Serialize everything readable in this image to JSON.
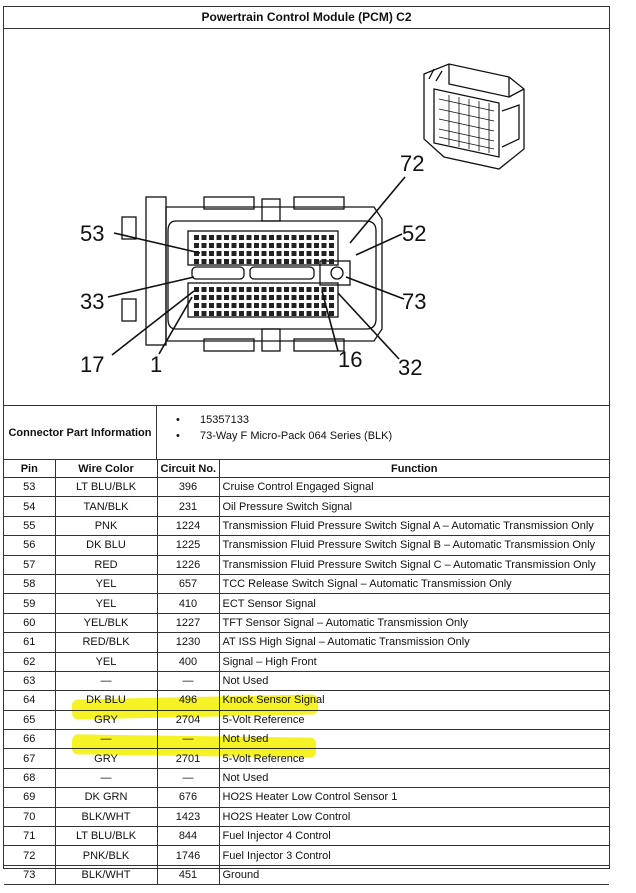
{
  "title": "Powertrain Control Module (PCM) C2",
  "diagram": {
    "pin_labels": [
      "72",
      "53",
      "52",
      "33",
      "73",
      "17",
      "1",
      "16",
      "32"
    ]
  },
  "connector_info": {
    "label": "Connector Part Information",
    "items": [
      "15357133",
      "73-Way F Micro-Pack 064 Series (BLK)"
    ]
  },
  "table": {
    "headers": [
      "Pin",
      "Wire Color",
      "Circuit No.",
      "Function"
    ],
    "rows": [
      {
        "pin": "53",
        "color": "LT BLU/BLK",
        "circuit": "396",
        "function": "Cruise Control Engaged Signal"
      },
      {
        "pin": "54",
        "color": "TAN/BLK",
        "circuit": "231",
        "function": "Oil Pressure Switch Signal"
      },
      {
        "pin": "55",
        "color": "PNK",
        "circuit": "1224",
        "function": "Transmission Fluid Pressure Switch Signal A – Automatic Transmission Only"
      },
      {
        "pin": "56",
        "color": "DK BLU",
        "circuit": "1225",
        "function": "Transmission Fluid Pressure Switch Signal B – Automatic Transmission Only"
      },
      {
        "pin": "57",
        "color": "RED",
        "circuit": "1226",
        "function": "Transmission Fluid Pressure Switch Signal C – Automatic Transmission Only"
      },
      {
        "pin": "58",
        "color": "YEL",
        "circuit": "657",
        "function": "TCC Release Switch Signal – Automatic Transmission Only"
      },
      {
        "pin": "59",
        "color": "YEL",
        "circuit": "410",
        "function": "ECT Sensor Signal"
      },
      {
        "pin": "60",
        "color": "YEL/BLK",
        "circuit": "1227",
        "function": "TFT Sensor Signal – Automatic Transmission Only"
      },
      {
        "pin": "61",
        "color": "RED/BLK",
        "circuit": "1230",
        "function": "AT ISS High Signal – Automatic Transmission Only"
      },
      {
        "pin": "62",
        "color": "YEL",
        "circuit": "400",
        "function": "Signal – High Front"
      },
      {
        "pin": "63",
        "color": "—",
        "circuit": "—",
        "function": "Not Used"
      },
      {
        "pin": "64",
        "color": "DK BLU",
        "circuit": "496",
        "function": "Knock Sensor Signal"
      },
      {
        "pin": "65",
        "color": "GRY",
        "circuit": "2704",
        "function": "5-Volt Reference"
      },
      {
        "pin": "66",
        "color": "—",
        "circuit": "—",
        "function": "Not Used"
      },
      {
        "pin": "67",
        "color": "GRY",
        "circuit": "2701",
        "function": "5-Volt Reference"
      },
      {
        "pin": "68",
        "color": "—",
        "circuit": "—",
        "function": "Not Used"
      },
      {
        "pin": "69",
        "color": "DK GRN",
        "circuit": "676",
        "function": "HO2S Heater Low Control Sensor 1"
      },
      {
        "pin": "70",
        "color": "BLK/WHT",
        "circuit": "1423",
        "function": "HO2S Heater Low Control"
      },
      {
        "pin": "71",
        "color": "LT BLU/BLK",
        "circuit": "844",
        "function": "Fuel Injector 4 Control"
      },
      {
        "pin": "72",
        "color": "PNK/BLK",
        "circuit": "1746",
        "function": "Fuel Injector 3 Control"
      },
      {
        "pin": "73",
        "color": "BLK/WHT",
        "circuit": "451",
        "function": "Ground"
      }
    ]
  },
  "highlight_color": "#f4f000"
}
